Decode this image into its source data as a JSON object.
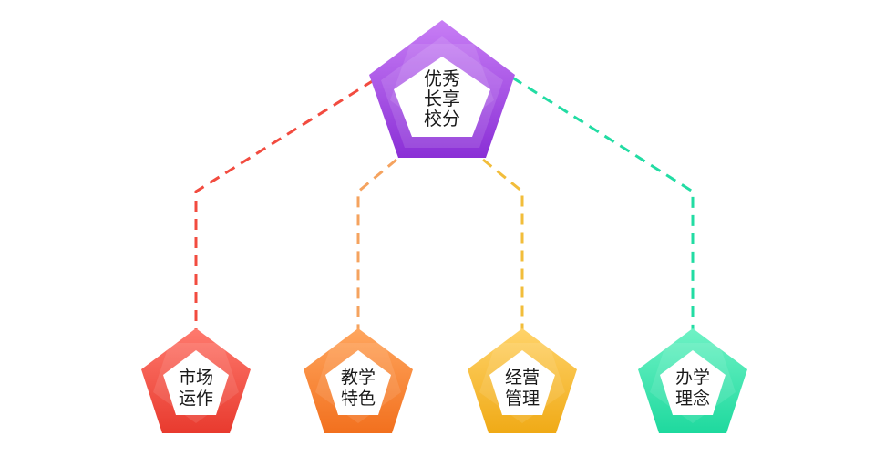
{
  "root": {
    "line1": "优秀",
    "line2": "长享",
    "line3": "校分",
    "colors": {
      "top": "#c87ef5",
      "bottom": "#8a2fd6"
    }
  },
  "children": [
    {
      "line1": "市场",
      "line2": "运作",
      "colors": {
        "top": "#ff7a6e",
        "bottom": "#e83a2e"
      },
      "connector": "#f24b3f"
    },
    {
      "line1": "教学",
      "line2": "特色",
      "colors": {
        "top": "#ffa65e",
        "bottom": "#f2701e"
      },
      "connector": "#f5a35f"
    },
    {
      "line1": "经营",
      "line2": "管理",
      "colors": {
        "top": "#ffd36a",
        "bottom": "#f0aa16"
      },
      "connector": "#f2bd3a"
    },
    {
      "line1": "办学",
      "line2": "理念",
      "colors": {
        "top": "#6ff2c5",
        "bottom": "#1ed99e"
      },
      "connector": "#22dca3"
    }
  ]
}
